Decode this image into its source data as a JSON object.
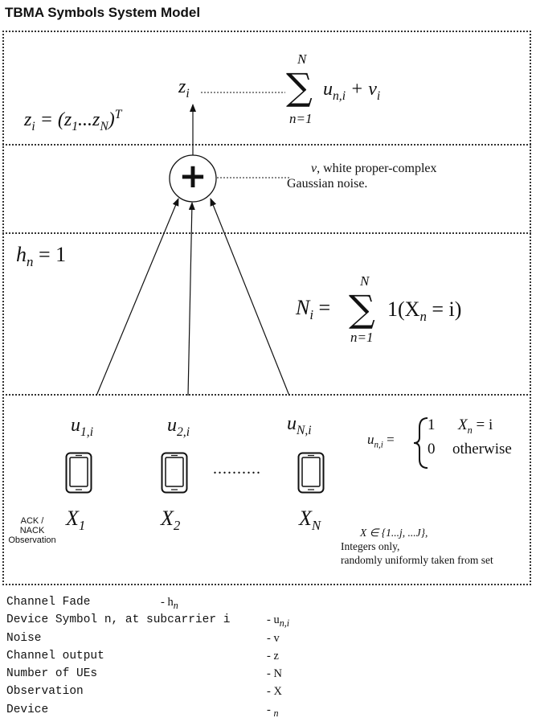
{
  "title": "TBMA Symbols System Model",
  "top": {
    "z_i": "z",
    "z_i_sub": "i",
    "sum_top": "N",
    "sum_symbol": "∑",
    "sum_bottom": "n=1",
    "sum_expr": "u",
    "sum_expr_sub": "n,i",
    "sum_expr_plus": "+ v",
    "sum_expr_plus_sub": "i",
    "z_vec_lhs": "z",
    "z_vec_lhs_sub": "i",
    "z_vec_rhs": "= (z",
    "z_vec_sub1": "1",
    "z_vec_mid": "...z",
    "z_vec_subN": "N",
    "z_vec_end": ")",
    "z_vec_sup": "T"
  },
  "adder": {
    "plus_symbol": "+",
    "noise_line1_v": "v",
    "noise_line1_rest": ", white proper-complex",
    "noise_line2": "Gaussian noise."
  },
  "middle": {
    "h_lhs": "h",
    "h_sub": "n",
    "h_rhs": "= 1",
    "Ni_lhs": "N",
    "Ni_sub": "i",
    "Ni_eq": "=",
    "Ni_sum_top": "N",
    "Ni_sum_symbol": "∑",
    "Ni_sum_bottom": "n=1",
    "Ni_expr": "1(X",
    "Ni_expr_sub": "n",
    "Ni_expr_rest": "= i)"
  },
  "devices": {
    "u_labels": [
      {
        "base": "u",
        "sub": "1,i"
      },
      {
        "base": "u",
        "sub": "2,i"
      },
      {
        "base": "u",
        "sub": "N,i"
      }
    ],
    "x_labels": [
      {
        "base": "X",
        "sub": "1"
      },
      {
        "base": "X",
        "sub": "2"
      },
      {
        "base": "X",
        "sub": "N"
      }
    ],
    "ellipsis": "..........",
    "ack_label": "ACK /\nNACK\nObservation",
    "piecewise_lhs": "u",
    "piecewise_lhs_sub": "n,i",
    "piecewise_eq": "=",
    "case1_value": "1",
    "case1_cond": "X",
    "case1_cond_sub": "n",
    "case1_cond_rest": "= i",
    "case2_value": "0",
    "case2_cond": "otherwise",
    "set_line1": "X ∈ {1...j, ...J},",
    "set_line2": "Integers only,",
    "set_line3": "randomly uniformly taken from set"
  },
  "legend": [
    {
      "label": "Channel Fade",
      "value": "- h",
      "value_sub": "n"
    },
    {
      "label": "Device Symbol n, at subcarrier i",
      "value": "- u",
      "value_sub": "n,i"
    },
    {
      "label": "Noise",
      "value": "- v",
      "value_sub": ""
    },
    {
      "label": "Channel output",
      "value": "- z",
      "value_sub": ""
    },
    {
      "label": "Number of UEs",
      "value": "- N",
      "value_sub": ""
    },
    {
      "label": "Observation",
      "value": "- X",
      "value_sub": ""
    },
    {
      "label": "Device",
      "value": "- ",
      "value_sub": "n"
    }
  ]
}
